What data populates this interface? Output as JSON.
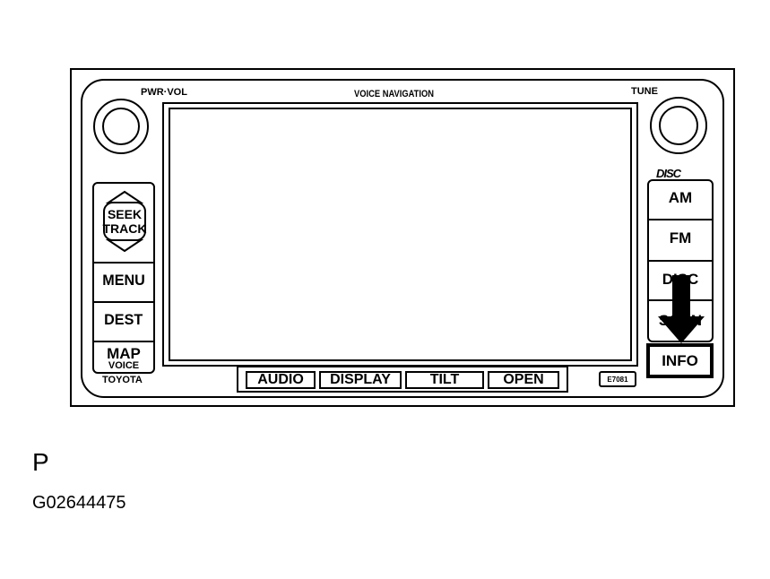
{
  "panel": {
    "pwr_vol_label": "PWR·VOL",
    "voice_navigation_label": "VOICE NAVIGATION",
    "tune_label": "TUNE",
    "brand_label": "TOYOTA",
    "disc_logo_text": "DISC"
  },
  "left_buttons": {
    "seek_line1": "SEEK",
    "seek_line2": "TRACK",
    "menu": "MENU",
    "dest": "DEST",
    "map_line1": "MAP",
    "map_line2": "VOICE"
  },
  "right_buttons": {
    "am": "AM",
    "fm": "FM",
    "disc": "DISC",
    "scan": "SCAN",
    "info": "INFO"
  },
  "bottom_buttons": {
    "audio": "AUDIO",
    "display": "DISPLAY",
    "tilt": "TILT",
    "open": "OPEN",
    "badge": "E7081"
  },
  "figure": {
    "letter": "P",
    "code": "G02644475"
  }
}
